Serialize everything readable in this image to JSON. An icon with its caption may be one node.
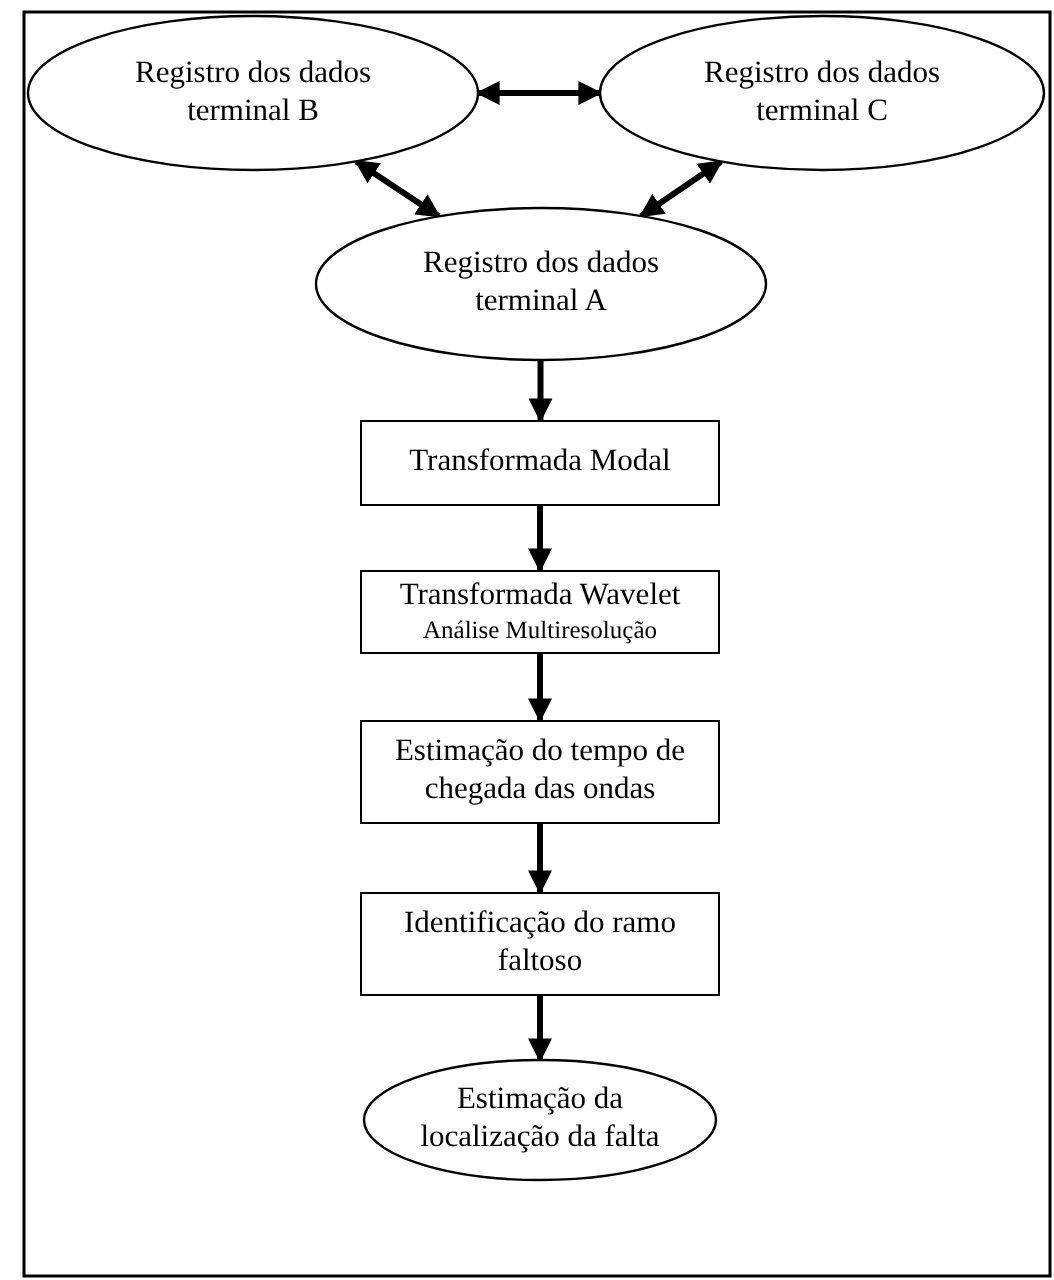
{
  "diagram": {
    "nodes": [
      {
        "text": [
          "Registro dos dados terminal B"
        ]
      },
      {
        "text": [
          "Registro dos dados terminal C"
        ]
      },
      {
        "text": [
          "Registro dos dados terminal A"
        ]
      },
      {
        "text": [
          "Transformada Modal"
        ]
      },
      {
        "text": [
          "Transformada Wavelet",
          "Análise Multiresolução"
        ]
      },
      {
        "text": [
          "Estimação do tempo de chegada das ondas"
        ]
      },
      {
        "text": [
          "Identificação do ramo faltoso"
        ]
      },
      {
        "text": [
          "Estimação da localização da falta"
        ]
      }
    ],
    "edges": [
      {
        "from": 0,
        "to": 1,
        "arrow": "both"
      },
      {
        "from": 0,
        "to": 2,
        "arrow": "both"
      },
      {
        "from": 1,
        "to": 2,
        "arrow": "both"
      },
      {
        "from": 2,
        "to": 3,
        "arrow": "to"
      },
      {
        "from": 3,
        "to": 4,
        "arrow": "to"
      },
      {
        "from": 4,
        "to": 5,
        "arrow": "to"
      },
      {
        "from": 5,
        "to": 6,
        "arrow": "to"
      },
      {
        "from": 6,
        "to": 7,
        "arrow": "to"
      }
    ]
  }
}
